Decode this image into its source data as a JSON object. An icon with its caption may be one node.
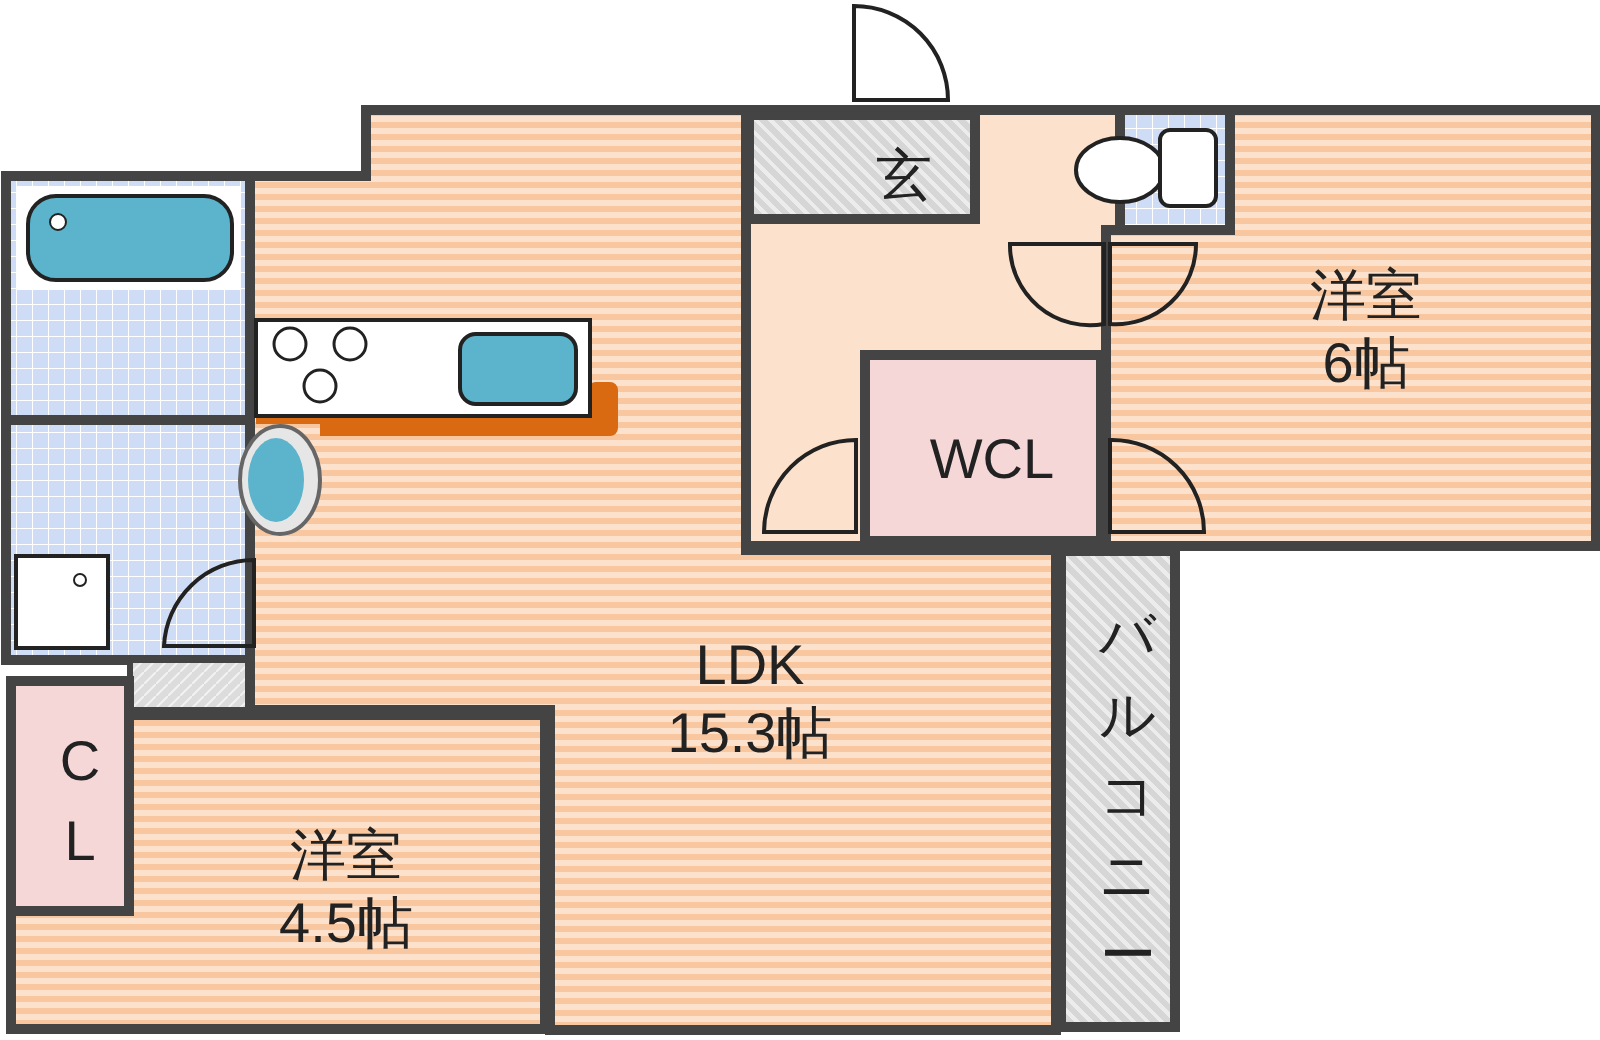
{
  "diagram": {
    "nodes": [
      {
        "text": [
          "LDK",
          "15.3帖"
        ]
      },
      {
        "text": [
          "玄"
        ]
      },
      {
        "text": [
          "洋室",
          "6帖"
        ]
      },
      {
        "text": [
          "WCL"
        ]
      },
      {
        "text": [
          "バルコニー"
        ]
      },
      {
        "text": [
          "CL"
        ]
      },
      {
        "text": [
          "洋室",
          "4.5帖"
        ]
      }
    ],
    "edges": []
  }
}
